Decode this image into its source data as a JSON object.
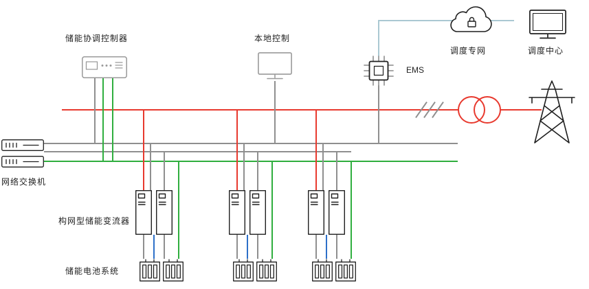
{
  "labels": {
    "coordinator": "储能协调控制器",
    "local_control": "本地控制",
    "ems": "EMS",
    "dispatch_network": "调度专网",
    "dispatch_center": "调度中心",
    "network_switch": "网络交换机",
    "converter": "构网型储能变流器",
    "battery_system": "储能电池系统"
  },
  "colors": {
    "power_red": "#e8392e",
    "lan_gray": "#8f8f8f",
    "fiber_green": "#2fae3e",
    "battery_blue": "#2d6fc8",
    "remote_blue": "#aac8d2",
    "ink": "#1f1f1f",
    "device_gray": "#9a9a9a"
  }
}
